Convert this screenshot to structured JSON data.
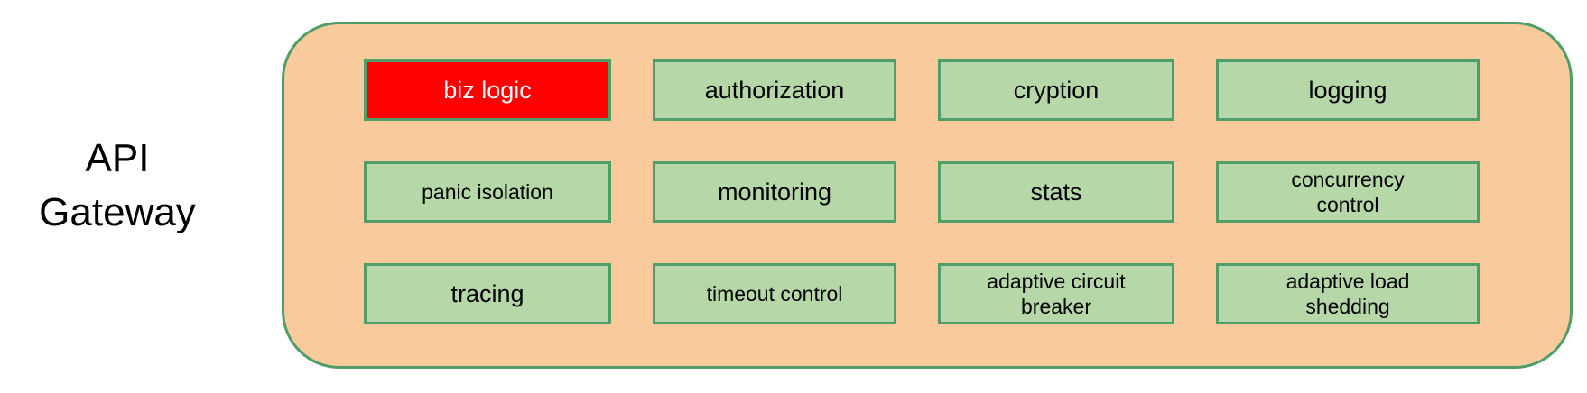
{
  "diagram": {
    "gateway_label": "API\nGateway",
    "colors": {
      "container-fill": "#f9cb9c",
      "stroke": "#4f9d69",
      "box-fill": "#b6d7a8",
      "highlight-fill": "#ff0000",
      "text": "#000000",
      "highlight-text": "#ffffff"
    },
    "features": [
      {
        "label": "biz logic",
        "highlighted": true
      },
      {
        "label": "authorization",
        "highlighted": false
      },
      {
        "label": "cryption",
        "highlighted": false
      },
      {
        "label": "logging",
        "highlighted": false
      },
      {
        "label": "panic isolation",
        "highlighted": false
      },
      {
        "label": "monitoring",
        "highlighted": false
      },
      {
        "label": "stats",
        "highlighted": false
      },
      {
        "label": "concurrency\ncontrol",
        "highlighted": false
      },
      {
        "label": "tracing",
        "highlighted": false
      },
      {
        "label": "timeout control",
        "highlighted": false
      },
      {
        "label": "adaptive circuit\nbreaker",
        "highlighted": false
      },
      {
        "label": "adaptive load\nshedding",
        "highlighted": false
      }
    ]
  }
}
